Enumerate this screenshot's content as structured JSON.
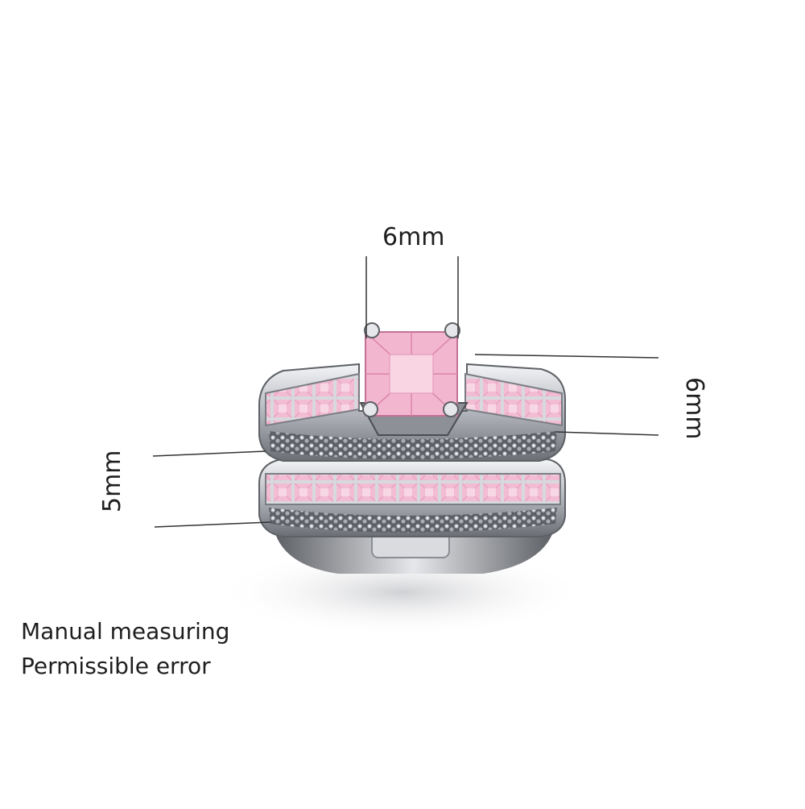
{
  "dimensions": {
    "top_width": "6mm",
    "right_height": "6mm",
    "left_height": "5mm"
  },
  "note": {
    "line1": "Manual measuring",
    "line2": "Permissible error"
  },
  "colors": {
    "metal": "#c9ccd1",
    "metal_dark": "#4a4d52",
    "stone_pink": "#f3b6cf",
    "stone_pink_dark": "#d985a8",
    "pave": "#7d8087",
    "text": "#1e1e1e",
    "measure_line": "#333333"
  }
}
